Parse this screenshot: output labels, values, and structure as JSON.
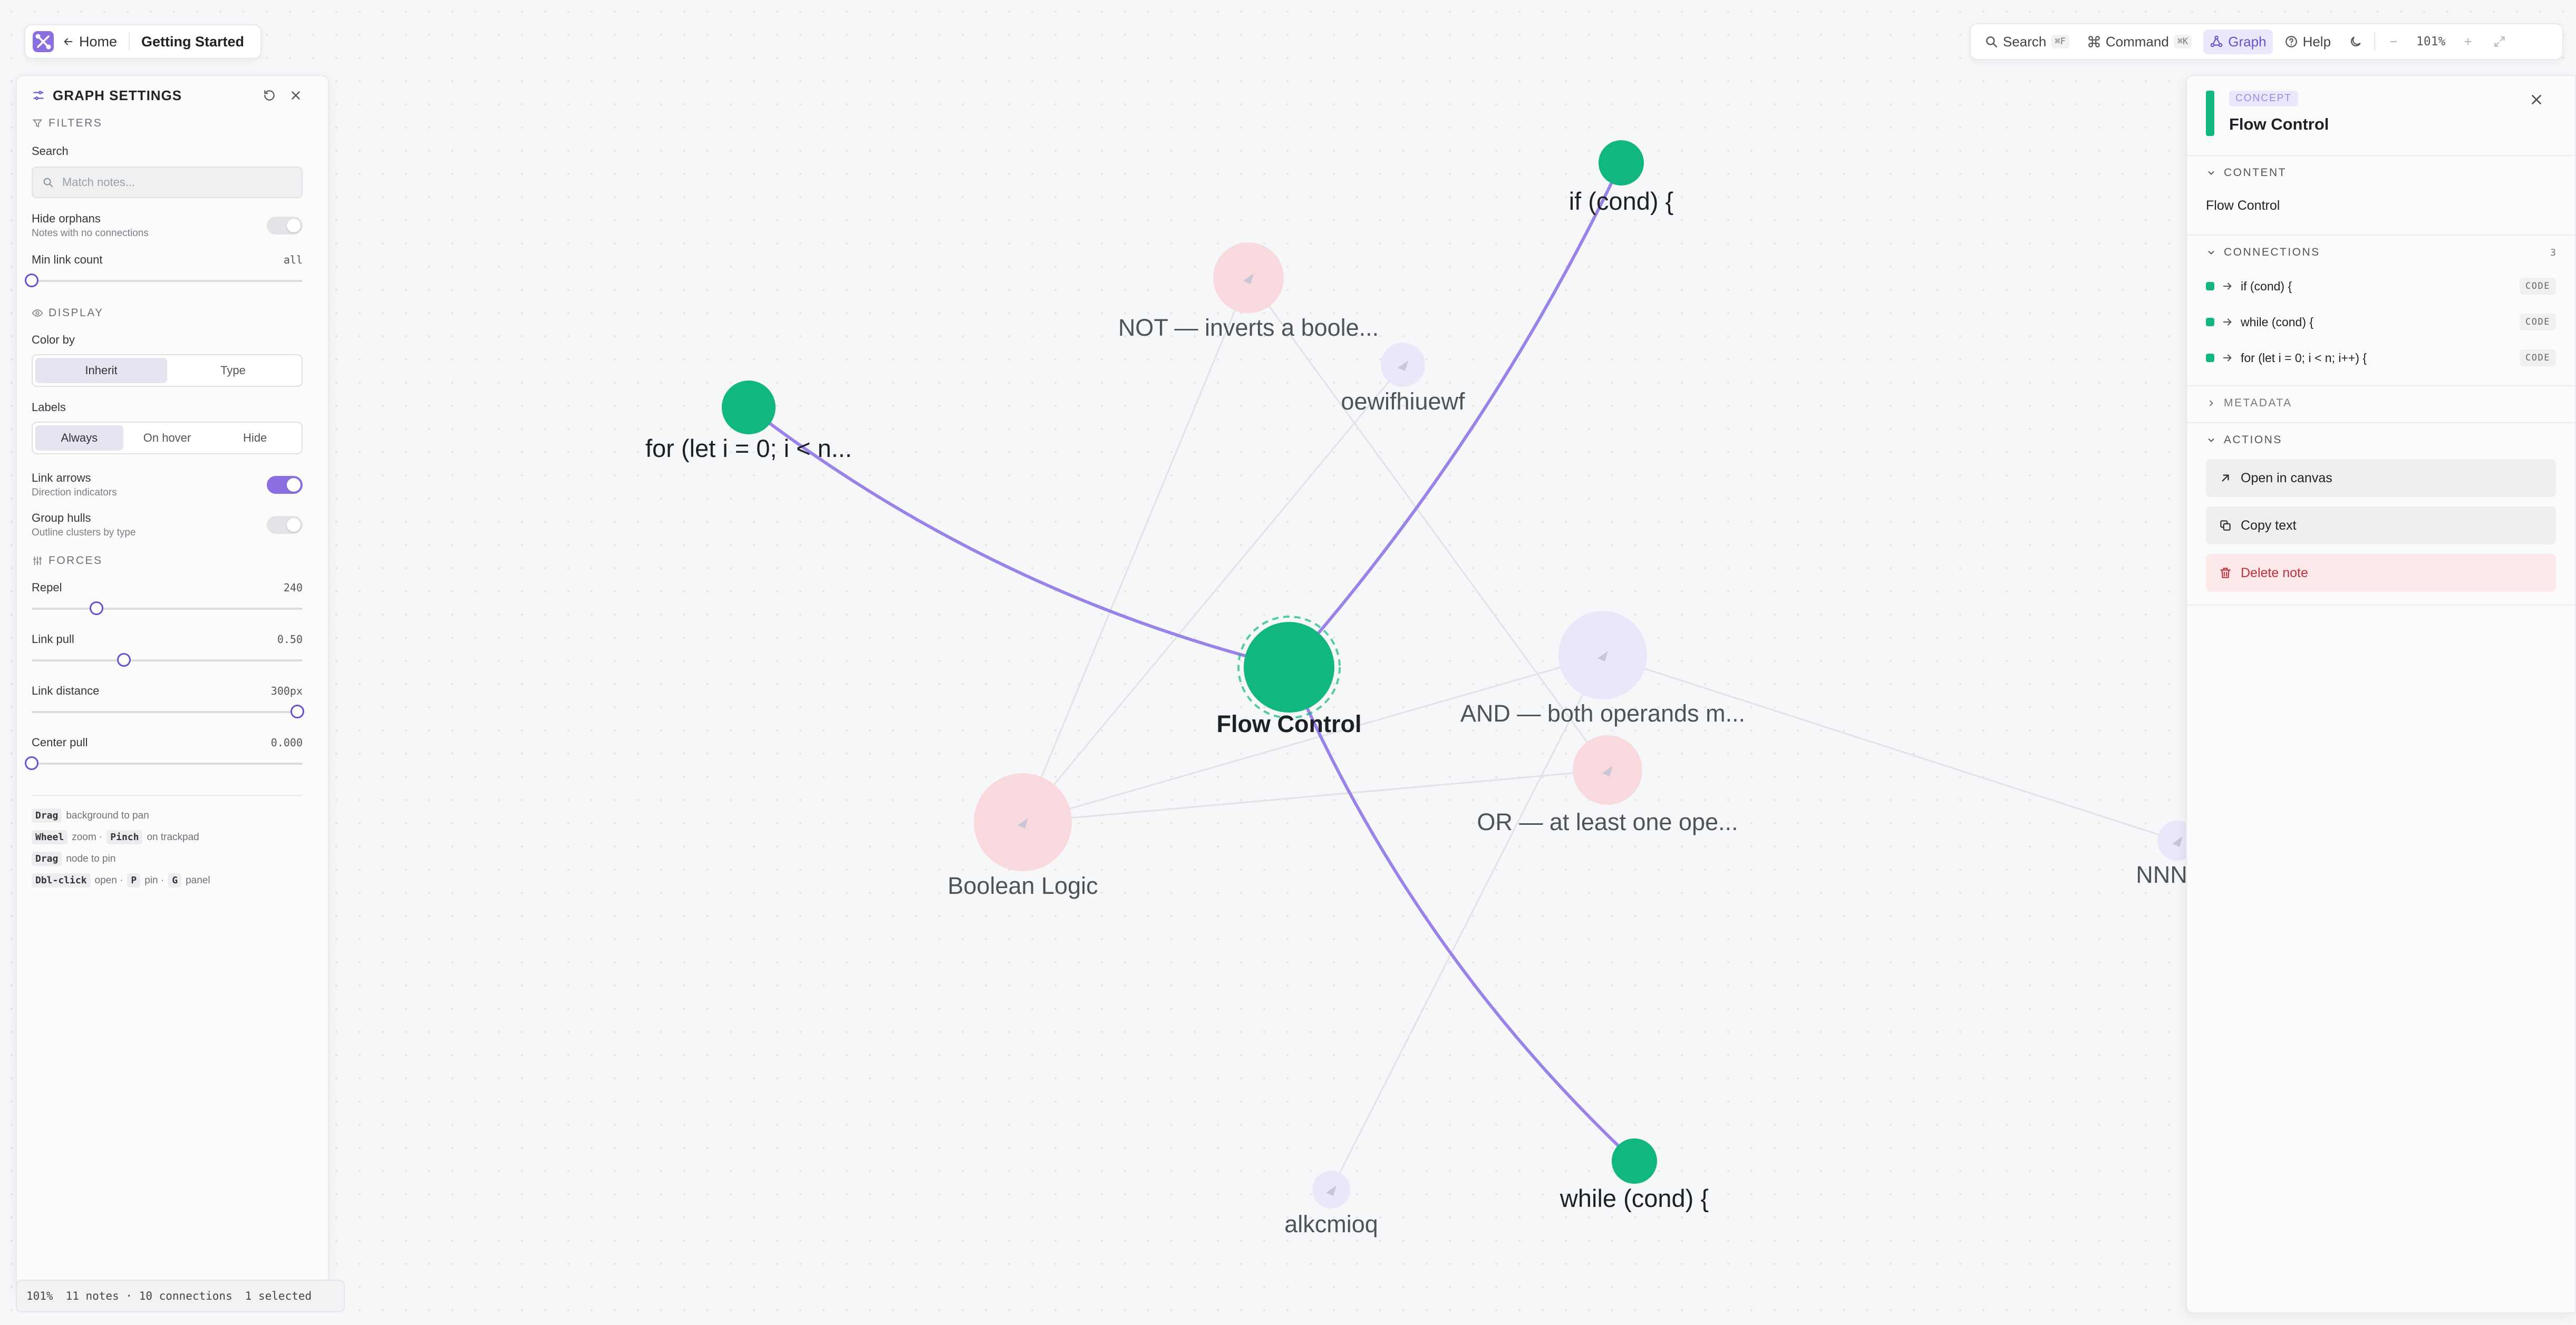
{
  "breadcrumb": {
    "home_label": "Home",
    "current": "Getting Started"
  },
  "toolbar": {
    "search_label": "Search",
    "search_kbd": "⌘F",
    "command_label": "Command",
    "command_kbd": "⌘K",
    "graph_label": "Graph",
    "help_label": "Help",
    "zoom_level": "101%"
  },
  "settings": {
    "title": "GRAPH SETTINGS",
    "filters_title": "FILTERS",
    "search_label": "Search",
    "search_placeholder": "Match notes...",
    "hide_orphans_label": "Hide orphans",
    "hide_orphans_sub": "Notes with no connections",
    "hide_orphans_on": false,
    "min_link_label": "Min link count",
    "min_link_value": "all",
    "min_link_pct": 0,
    "display_title": "DISPLAY",
    "color_by_label": "Color by",
    "color_by_options": [
      "Inherit",
      "Type"
    ],
    "color_by_selected": "Inherit",
    "labels_label": "Labels",
    "labels_options": [
      "Always",
      "On hover",
      "Hide"
    ],
    "labels_selected": "Always",
    "link_arrows_label": "Link arrows",
    "link_arrows_sub": "Direction indicators",
    "link_arrows_on": true,
    "group_hulls_label": "Group hulls",
    "group_hulls_sub": "Outline clusters by type",
    "group_hulls_on": false,
    "forces_title": "FORCES",
    "repel_label": "Repel",
    "repel_value": "240",
    "repel_pct": 24,
    "link_pull_label": "Link pull",
    "link_pull_value": "0.50",
    "link_pull_pct": 34,
    "link_distance_label": "Link distance",
    "link_distance_value": "300px",
    "link_distance_pct": 98,
    "center_pull_label": "Center pull",
    "center_pull_value": "0.000",
    "center_pull_pct": 0,
    "hints": [
      {
        "key": "Drag",
        "text": "background to pan"
      },
      {
        "key": "Wheel",
        "text": "zoom ·",
        "key2": "Pinch",
        "text2": "on trackpad"
      },
      {
        "key": "Drag",
        "text": "node to pin"
      },
      {
        "key": "Dbl-click",
        "text": "open ·",
        "key2": "P",
        "text2": "pin ·",
        "key3": "G",
        "text3": "panel"
      }
    ]
  },
  "status": {
    "zoom": "101%",
    "notes": "11 notes",
    "sep": "·",
    "connections": "10 connections",
    "selected": "1 selected"
  },
  "graph": {
    "colors": {
      "code": "#12b67f",
      "logic": "#f7d9de",
      "misc": "#ebe7fb",
      "link_active": "#9b82e8",
      "link_muted": "#e2e3e6",
      "label": "#4f5359",
      "label_active": "#1d2024"
    },
    "nodes": [
      {
        "id": "flow",
        "label": "Flow Control",
        "kind": "code",
        "selected": true
      },
      {
        "id": "if",
        "label": "if (cond) {",
        "kind": "code"
      },
      {
        "id": "for",
        "label": "for (let i = 0; i < n...",
        "kind": "code"
      },
      {
        "id": "while",
        "label": "while (cond) {",
        "kind": "code"
      },
      {
        "id": "not",
        "label": "NOT — inverts a boole...",
        "kind": "logic"
      },
      {
        "id": "oew",
        "label": "oewifhiuewf",
        "kind": "misc"
      },
      {
        "id": "and",
        "label": "AND — both operands m...",
        "kind": "misc"
      },
      {
        "id": "or",
        "label": "OR — at least one ope...",
        "kind": "logic"
      },
      {
        "id": "bool",
        "label": "Boolean Logic",
        "kind": "logic"
      },
      {
        "id": "alk",
        "label": "alkcmioq",
        "kind": "misc"
      },
      {
        "id": "nnn",
        "label": "NNN",
        "kind": "misc"
      }
    ]
  },
  "inspector": {
    "type_badge": "CONCEPT",
    "title": "Flow Control",
    "content_title": "CONTENT",
    "content_text": "Flow Control",
    "connections_title": "CONNECTIONS",
    "connections_count": "3",
    "connections": [
      {
        "label": "if (cond) {",
        "badge": "CODE"
      },
      {
        "label": "while (cond) {",
        "badge": "CODE"
      },
      {
        "label": "for (let i = 0; i < n; i++) {",
        "badge": "CODE"
      }
    ],
    "metadata_title": "METADATA",
    "actions_title": "ACTIONS",
    "open_canvas": "Open in canvas",
    "copy_text": "Copy text",
    "delete_note": "Delete note"
  }
}
